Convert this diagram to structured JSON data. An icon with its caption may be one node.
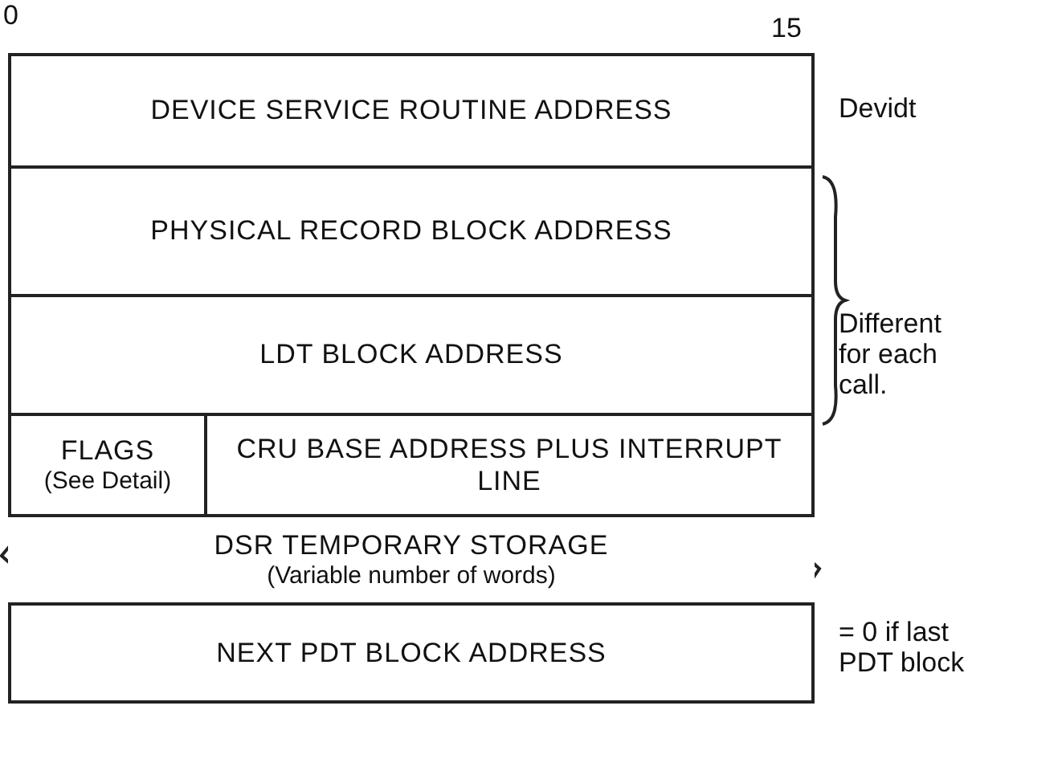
{
  "diagram": {
    "nodes": [
      {
        "text": [
          "DEVICE SERVICE ROUTINE ADDRESS"
        ]
      },
      {
        "text": [
          "PHYSICAL RECORD BLOCK ADDRESS"
        ]
      },
      {
        "text": [
          "LDT BLOCK ADDRESS"
        ]
      },
      {
        "text": [
          "FLAGS",
          "(See Detail)"
        ]
      },
      {
        "text": [
          "CRU BASE ADDRESS PLUS INTERRUPT LINE"
        ]
      },
      {
        "text": [
          "DSR TEMPORARY STORAGE",
          "(Variable number of words)"
        ]
      },
      {
        "text": [
          "NEXT PDT BLOCK ADDRESS"
        ]
      }
    ],
    "labels": [
      "0",
      "15",
      "Devidt",
      "Different for each call.",
      "= 0 if last PDT block"
    ]
  }
}
